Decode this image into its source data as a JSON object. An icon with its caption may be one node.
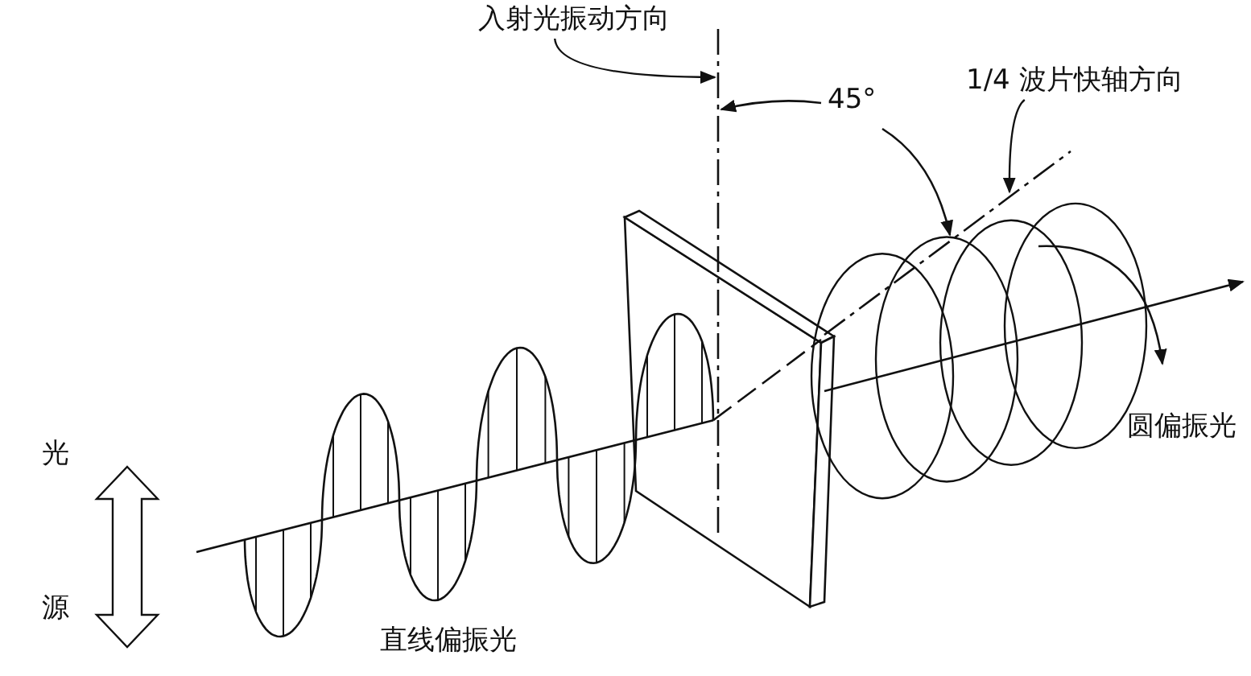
{
  "diagram": {
    "nodes": [
      {
        "text": [
          "入射光振动方向"
        ]
      },
      {
        "text": [],
        "shape": "line"
      },
      {
        "text": [
          "1/4 波片快轴方向"
        ]
      },
      {
        "text": [],
        "shape": "line"
      }
    ],
    "edges": [
      {
        "from": 0,
        "to": 1,
        "arrow": "to"
      },
      {
        "from": 2,
        "to": 3,
        "arrow": "to"
      }
    ],
    "labels": [
      "45°",
      "圆偏振光",
      "直线偏振光",
      "光",
      "源"
    ]
  }
}
